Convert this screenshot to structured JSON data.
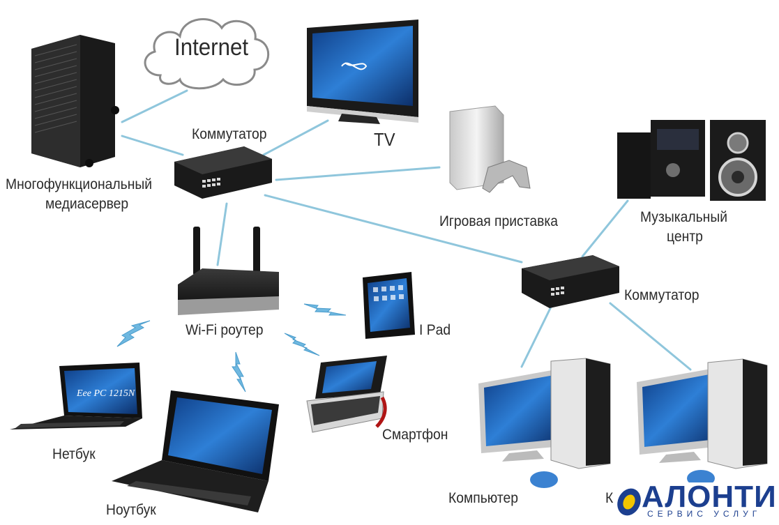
{
  "labels": {
    "internet": "Internet",
    "tv": "TV",
    "switch_top": "Коммутатор",
    "mediaserver_line1": "Многофункциональный",
    "mediaserver_line2": "медиасервер",
    "game_console": "Игровая приставка",
    "music_line1": "Музыкальный",
    "music_line2": "центр",
    "switch_right": "Коммутатор",
    "wifi_router": "Wi-Fi роутер",
    "ipad": "I Pad",
    "smartphone": "Смартфон",
    "netbook": "Нетбук",
    "notebook": "Ноутбук",
    "computer1": "Компьютер",
    "computer2": "К"
  },
  "screen_text": {
    "netbook_brand": "Eee PC 1215N"
  },
  "logo": {
    "name": "АЛОНТИ",
    "tagline": "СЕРВИС УСЛУГ"
  },
  "colors": {
    "link_line": "#8fc6dc",
    "wifi_arrow": "#6fb8e0",
    "device_dark": "#1e1e1e",
    "screen_blue": "#2a6fc4",
    "logo_blue": "#1c3f8f",
    "logo_yellow": "#f2c500"
  }
}
